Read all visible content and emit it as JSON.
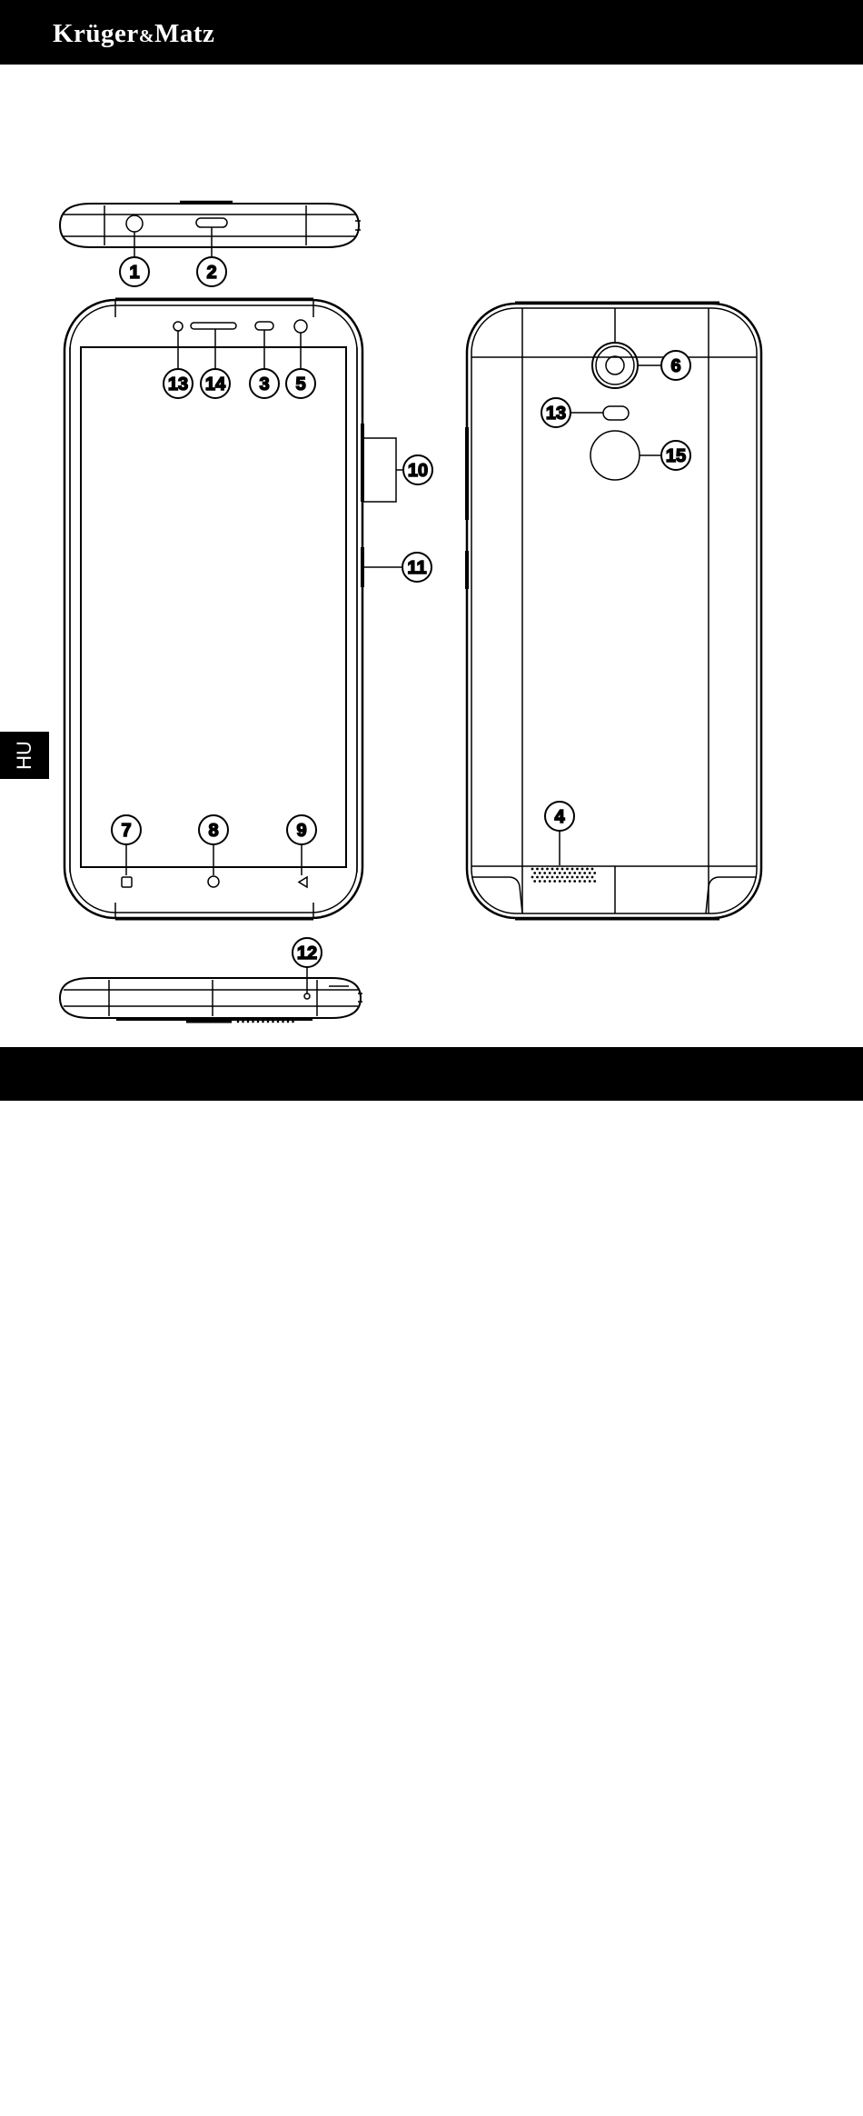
{
  "header": {
    "brand_main": "Krüger",
    "brand_amp": "&",
    "brand_tail": "Matz"
  },
  "language_tab": {
    "label": "HU"
  },
  "footer": {
    "page_number": ""
  },
  "callouts": {
    "c1": "1",
    "c2": "2",
    "c3": "3",
    "c4": "4",
    "c5": "5",
    "c6": "6",
    "c7": "7",
    "c8": "8",
    "c9": "9",
    "c10": "10",
    "c11": "11",
    "c12": "12",
    "c13_front": "13",
    "c13_back": "13",
    "c14": "14",
    "c15": "15"
  }
}
